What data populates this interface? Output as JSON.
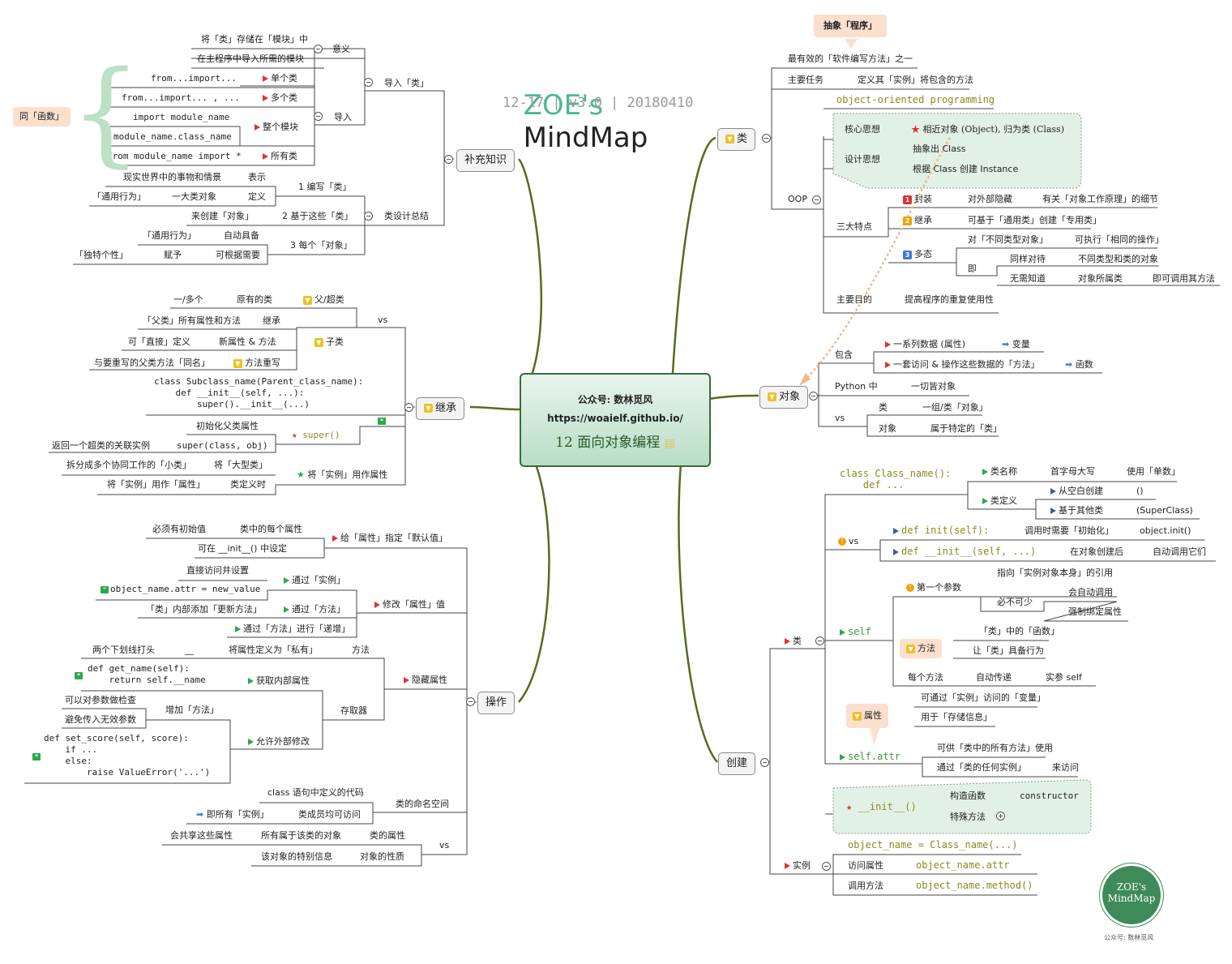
{
  "header": {
    "logo_zoe": "ZOE's",
    "logo_mindmap": "MindMap",
    "version": "12-17 | v3.0 | 20180410"
  },
  "center": {
    "line1": "公众号: 数林觅风",
    "line2": "https://woaielf.github.io/",
    "title": "12 面向对象编程"
  },
  "branches": {
    "supplement": "补充知识",
    "inherit": "继承",
    "operate": "操作",
    "class": "类",
    "object": "对象",
    "create": "创建"
  },
  "supplement": {
    "import_node": "导入「类」",
    "meaning": "意义",
    "meaning_items": [
      "将「类」存储在「模块」中",
      "在主程序中导入所需的模块"
    ],
    "import": "导入",
    "import_rows": [
      {
        "code": "from...import...",
        "label": "单个类"
      },
      {
        "code": "from...import... , ...",
        "label": "多个类"
      },
      {
        "code": "import module_name",
        "label": "整个模块"
      },
      {
        "code": "module_name.class_name",
        "label": ""
      },
      {
        "code": "from module_name import *",
        "label": "所有类"
      }
    ],
    "same_as": "同「函数」",
    "design": "类设计总结",
    "d1": "1 编写「类」",
    "d1a": "现实世界中的事物和情景",
    "d1a_l": "表示",
    "d1b": "「通用行为」",
    "d1b_m": "一大类对象",
    "d1b_l": "定义",
    "d2": "2 基于这些「类」",
    "d2a": "来创建「对象」",
    "d3": "3 每个「对象」",
    "d3a": "「通用行为」",
    "d3a_l": "自动具备",
    "d3b": "「独特个性」",
    "d3b_m": "赋予",
    "d3b_l": "可根据需要"
  },
  "inherit": {
    "vs": "vs",
    "parent": "父/超类",
    "parent_a": "一/多个",
    "parent_b": "原有的类",
    "child": "子类",
    "child_a": "「父类」所有属性和方法",
    "child_a_l": "继承",
    "child_b": "可「直接」定义",
    "child_b_l": "新属性 & 方法",
    "override": "方法重写",
    "override_a": "与要重写的父类方法「同名」",
    "code1": "class Subclass_name(Parent_class_name):\n    def __init__(self, ...):\n        super().__init__(...)",
    "super": "super()",
    "super_a": "初始化父类属性",
    "super_b": "返回一个超类的关联实例",
    "super_b_code": "super(class, obj)",
    "instance_attr": "将「实例」用作属性",
    "ia_a": "拆分成多个协同工作的「小类」",
    "ia_a_l": "将「大型类」",
    "ia_b": "将「实例」用作「属性」",
    "ia_b_l": "类定义时"
  },
  "operate": {
    "default": "给「属性」指定「默认值」",
    "default_a": "必须有初始值",
    "default_a_l": "类中的每个属性",
    "default_b": "可在 __init__() 中设定",
    "modify": "修改「属性」值",
    "via_instance": "通过「实例」",
    "vi_a": "直接访问并设置",
    "vi_b": "object_name.attr = new_value",
    "via_method": "通过「方法」",
    "vm_a": "「类」内部添加「更新方法」",
    "via_method_inc": "通过「方法」进行「递增」",
    "hide": "隐藏属性",
    "private": "将属性定义为「私有」",
    "private_a": "两个下划线打头",
    "private_b": "__",
    "private_l": "方法",
    "accessor": "存取器",
    "get_code": "def get_name(self):\n    return self.__name",
    "get_l": "获取内部属性",
    "add_method": "增加「方法」",
    "am_a": "可以对参数做检查",
    "am_b": "避免传入无效参数",
    "set_code": "def set_score(self, score):\n    if ...\n    else:\n        raise ValueError('...')",
    "allow": "允许外部修改",
    "namespace": "类的命名空间",
    "ns_a": "class 语句中定义的代码",
    "ns_b": "即所有「实例」",
    "ns_b_l": "类成员均可访问",
    "vs": "vs",
    "cls_attr": "类的属性",
    "cls_attr_a": "会共享这些属性",
    "cls_attr_m": "所有属于该类的对象",
    "obj_attr": "对象的性质",
    "obj_attr_a": "该对象的特别信息"
  },
  "class_branch": {
    "abstract": "抽象「程序」",
    "effective": "最有效的「软件编写方法」之一",
    "main_task": "主要任务",
    "main_task_a": "定义其「实例」将包含的方法",
    "oop_full": "object-oriented programming",
    "oop": "OOP",
    "core": "核心思想",
    "core_a": "相近对象 (Object), 归为类 (Class)",
    "design": "设计思想",
    "design_a": "抽象出 Class",
    "design_b": "根据 Class 创建 Instance",
    "three": "三大特点",
    "encap": "封装",
    "encap_a": "对外部隐藏",
    "encap_b": "有关「对象工作原理」的细节",
    "inh": "继承",
    "inh_a": "可基于「通用类」创建「专用类」",
    "poly": "多态",
    "poly_a": "对「不同类型对象」",
    "poly_b": "可执行「相同的操作」",
    "poly_c": "即",
    "poly_d": "同样对待",
    "poly_e": "不同类型和类的对象",
    "poly_f": "无需知道",
    "poly_g": "对象所属类",
    "poly_h": "即可调用其方法",
    "purpose": "主要目的",
    "purpose_a": "提高程序的重复使用性"
  },
  "object_branch": {
    "contain": "包含",
    "data": "一系列数据 (属性)",
    "variable": "变量",
    "funcs": "一套访问 & 操作这些数据的「方法」",
    "function": "函数",
    "python": "Python 中",
    "everything": "一切皆对象",
    "vs": "vs",
    "cls": "类",
    "cls_a": "一组/类「对象」",
    "obj": "对象",
    "obj_a": "属于特定的「类」"
  },
  "create_branch": {
    "class_def": "class Class_name():\n    def ...",
    "classname": "类名称",
    "cn_a": "首字母大写",
    "cn_b": "使用「单数」",
    "classdef": "类定义",
    "scratch": "从空白创建",
    "scratch_v": "()",
    "other": "基于其他类",
    "other_v": "(SuperClass)",
    "cls": "类",
    "vs": "vs",
    "init1": "def init(self):",
    "init1_a": "调用时需要「初始化」",
    "init1_b": "object.init()",
    "init2": "def __init__(self, ...)",
    "init2_a": "在对象创建后",
    "init2_b": "自动调用它们",
    "self": "self",
    "first": "第一个参数",
    "first_a": "指向「实例对象本身」的引用",
    "must": "必不可少",
    "must_a": "会自动调用",
    "must_b": "强制绑定属性",
    "method": "方法",
    "method_a": "「类」中的「函数」",
    "method_b": "让「类」具备行为",
    "each": "每个方法",
    "auto": "自动传递",
    "arg": "实参 self",
    "attr": "属性",
    "attr_a": "可通过「实例」访问的「变量」",
    "attr_b": "用于「存储信息」",
    "selfattr": "self.attr",
    "sa_a": "可供「类中的所有方法」使用",
    "sa_b": "通过「类的任何实例」",
    "sa_c": "来访问",
    "init": "__init__()",
    "ctor": "构造函数",
    "ctor_v": "constructor",
    "special": "特殊方法",
    "instance": "实例",
    "inst_code": "object_name = Class_name(...)",
    "access": "访问属性",
    "access_code": "object_name.attr",
    "call": "调用方法",
    "call_code": "object_name.method()"
  },
  "stamp": {
    "line1": "ZOE's",
    "line2": "MindMap",
    "caption": "公众号: 数林觅风"
  }
}
